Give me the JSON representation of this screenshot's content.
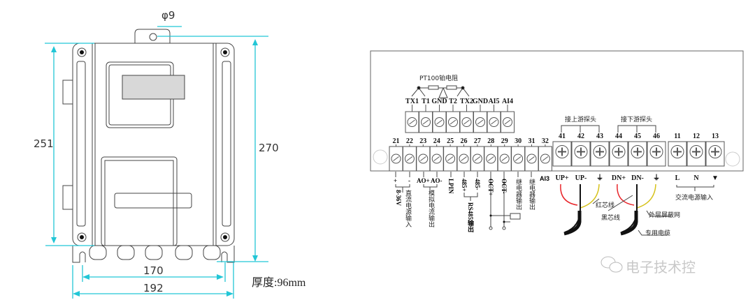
{
  "enclosure": {
    "hole_label": "φ9",
    "height_inner": "251",
    "height_outer": "270",
    "width_inner": "170",
    "width_outer": "192",
    "thickness": "厚度:96mm",
    "dimension_color": "#22c6d6"
  },
  "wiring": {
    "pt100_label": "PT100铂电阻",
    "top_terminals": [
      "TX1",
      "T1",
      "GND",
      "T2",
      "TX2",
      "GND",
      "AI5",
      "AI4"
    ],
    "bottom_numbers": [
      "21",
      "22",
      "23",
      "24",
      "25",
      "26",
      "27",
      "28",
      "29",
      "30",
      "31",
      "32"
    ],
    "bottom_labels": {
      "plus": "+",
      "minus": "-",
      "dc_voltage": "8-36V",
      "dc_input": "直流电源输入",
      "ao_plus": "AO+",
      "ao_minus": "AO-",
      "analog_output": "模拟电流输出",
      "lpin": "LPIN",
      "rs485_plus": "485+",
      "rs485_minus": "485-",
      "rs485_output": "RS485输出",
      "oct_plus": "OCT+",
      "oct_minus": "OCT-",
      "relay_output_1": "继电器输出",
      "relay_output_2": "继电器输出",
      "ai3": "AI3"
    },
    "upstream_header": "接上游探头",
    "downstream_header": "接下游探头",
    "probe_numbers": [
      "41",
      "42",
      "43",
      "44",
      "45",
      "46"
    ],
    "probe_labels": [
      "UP+",
      "UP-",
      "⏚",
      "DN+",
      "DN-",
      "⏚"
    ],
    "ac_numbers": [
      "11",
      "12",
      "13"
    ],
    "ac_labels": [
      "L",
      "N",
      "▼"
    ],
    "ac_input": "交流电源输入",
    "red_core": "红芯线",
    "black_core": "黑芯线",
    "shield": "外层屏蔽网",
    "cable": "专用电缆",
    "wire_colors": {
      "red": "#e8262b",
      "yellow": "#d6c21a",
      "black": "#111111"
    }
  },
  "watermark": {
    "text": "电子技术控",
    "icon": "wechat-icon"
  }
}
